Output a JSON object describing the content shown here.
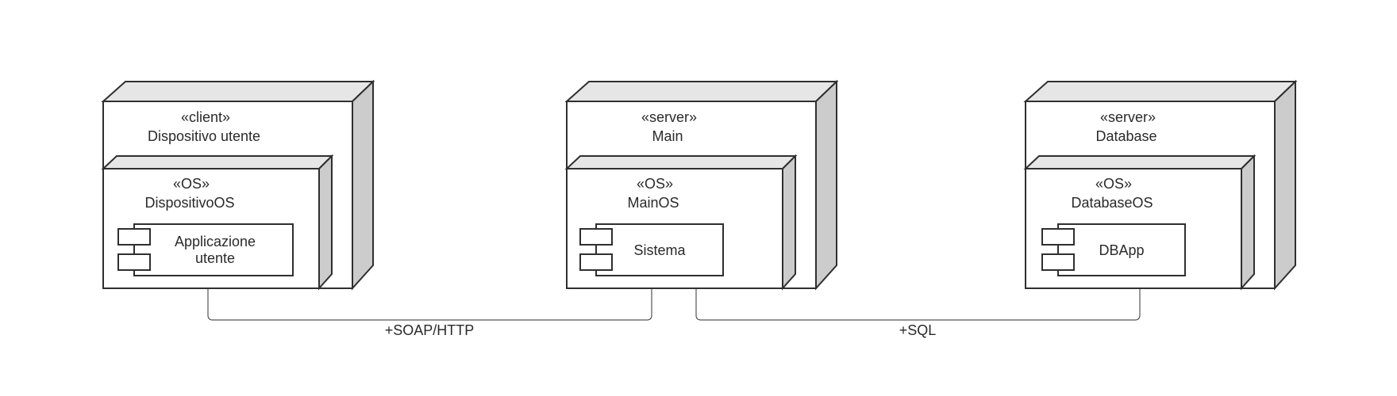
{
  "colors": {
    "stroke": "#2f2f2f",
    "node_top": "#e6e6e6",
    "node_side": "#cccccc",
    "node_front": "#ffffff",
    "connector": "#555555"
  },
  "nodes": [
    {
      "stereotype": "«client»",
      "name": "Dispositivo utente",
      "os": {
        "stereotype": "«OS»",
        "name": "DispositivoOS"
      },
      "component": {
        "lines": [
          "Applicazione",
          "utente"
        ]
      }
    },
    {
      "stereotype": "«server»",
      "name": "Main",
      "os": {
        "stereotype": "«OS»",
        "name": "MainOS"
      },
      "component": {
        "lines": [
          "Sistema"
        ]
      }
    },
    {
      "stereotype": "«server»",
      "name": "Database",
      "os": {
        "stereotype": "«OS»",
        "name": "DatabaseOS"
      },
      "component": {
        "lines": [
          "DBApp"
        ]
      }
    }
  ],
  "connections": [
    {
      "label": "+SOAP/HTTP"
    },
    {
      "label": "+SQL"
    }
  ]
}
